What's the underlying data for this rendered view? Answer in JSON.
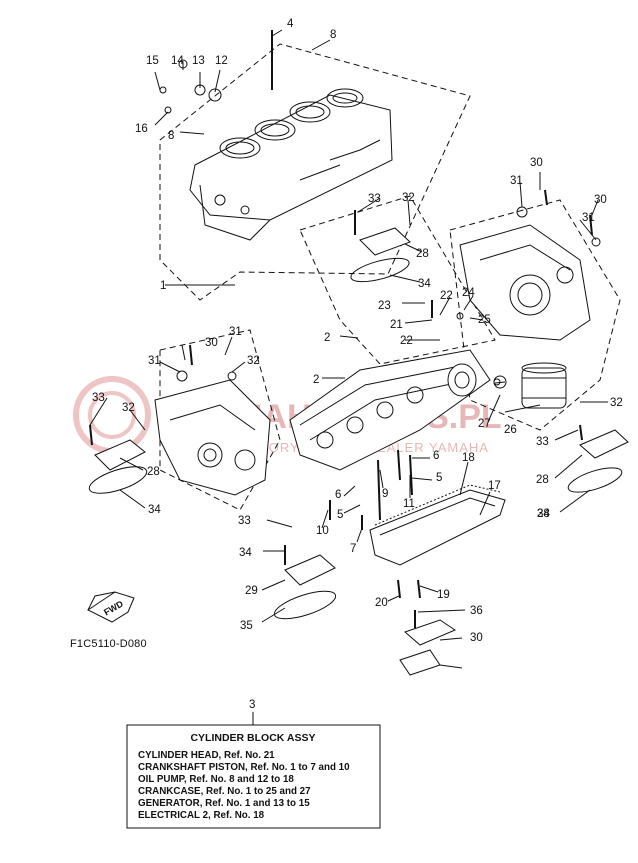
{
  "diagram": {
    "callouts": [
      "1",
      "2",
      "2",
      "3",
      "4",
      "5",
      "5",
      "6",
      "6",
      "7",
      "8",
      "8",
      "9",
      "10",
      "11",
      "12",
      "13",
      "14",
      "15",
      "16",
      "17",
      "18",
      "19",
      "20",
      "21",
      "22",
      "22",
      "23",
      "24",
      "25",
      "26",
      "27",
      "28",
      "28",
      "28",
      "28",
      "29",
      "30",
      "30",
      "30",
      "30",
      "31",
      "31",
      "31",
      "31",
      "32",
      "32",
      "32",
      "32",
      "33",
      "33",
      "33",
      "33",
      "34",
      "34",
      "34",
      "34",
      "35",
      "36"
    ],
    "fwd_label": "FWD",
    "figure_code": "F1C5110-D080",
    "watermark": {
      "text": "YAMAHAPARTS.PL",
      "subtext": "AUTORYZOWANY DEALER YAMAHA"
    },
    "assy_box": {
      "callout": "3",
      "title": "CYLINDER BLOCK ASSY",
      "lines": [
        "CYLINDER HEAD,  Ref. No. 21",
        "CRANKSHAFT PISTON,  Ref. No. 1 to 7 and 10",
        "OIL PUMP,  Ref. No. 8 and 12 to 18",
        "CRANKCASE,  Ref. No. 1 to 25 and 27",
        "GENERATOR,  Ref. No. 1 and 13 to 15",
        "ELECTRICAL 2,  Ref. No. 18"
      ]
    }
  }
}
